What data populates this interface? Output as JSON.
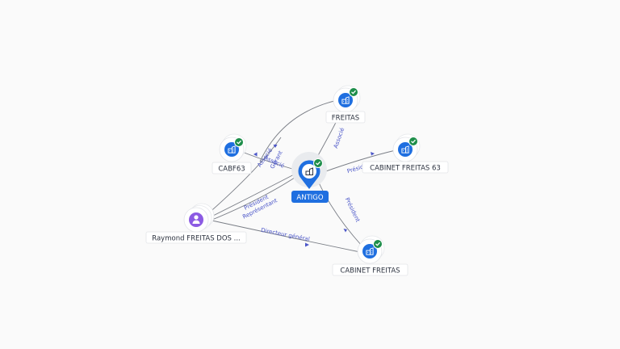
{
  "colors": {
    "company": "#1f6fe0",
    "person": "#8c5be3",
    "verified": "#1e8e4a",
    "edge": "#7a7e86",
    "edge_label": "#4b56c8"
  },
  "nodes": {
    "antigo": {
      "label": "ANTIGO",
      "icon": "building-icon",
      "verified": true
    },
    "freitas": {
      "label": "FREITAS",
      "icon": "building-icon",
      "verified": true
    },
    "cabf63": {
      "label": "CABF63",
      "icon": "building-icon",
      "verified": true
    },
    "cabinet_freitas_63": {
      "label": "CABINET FREITAS 63",
      "icon": "building-icon",
      "verified": true
    },
    "cabinet_freitas": {
      "label": "CABINET FREITAS",
      "icon": "building-icon",
      "verified": true
    },
    "raymond": {
      "label": "Raymond FREITAS DOS ...",
      "icon": "person-icon",
      "verified": false
    }
  },
  "edges": {
    "raymond_antigo_1": "Président",
    "raymond_antigo_2": "Représentant",
    "raymond_cabinet_freitas": "Directeur général",
    "raymond_freitas": "Gérant",
    "cabf63_antigo": "Associé",
    "cabf63_freitas": "Associé",
    "antigo_freitas": "Associé",
    "antigo_cabinet_freitas_63": "Président",
    "antigo_cabinet_freitas": "Président"
  }
}
